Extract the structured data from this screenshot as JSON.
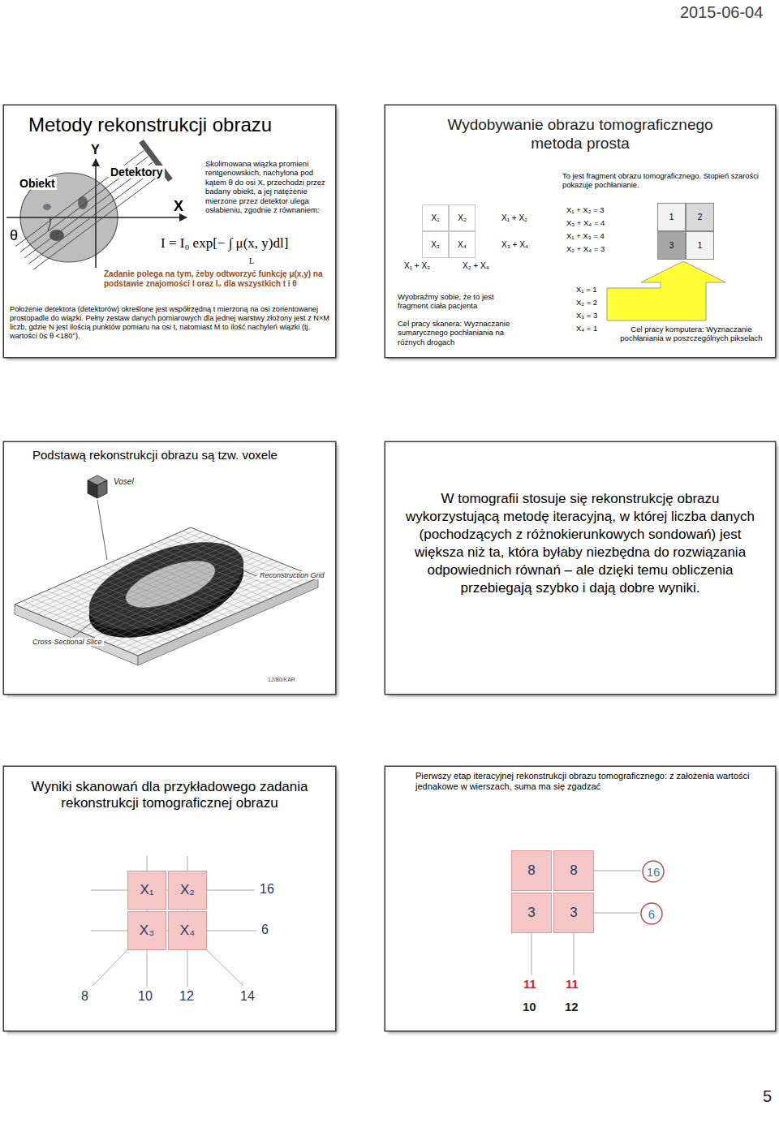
{
  "diagram": {
    "nodes": [
      {
        "text": [
          "Metody rekonstrukcji obrazu",
          "Skolimowana wiązka promieni rentgenowskich, nachylona pod kątem θ do osi X, przechodzi przez badany obiekt, a jej natężenie mierzone przez detektor ulega osłabieniu, zgodnie z równaniem:",
          "Zadanie polega na tym, żeby odtworzyć funkcję μ(x,y) na podstawie znajomości I oraz I₀ dla wszystkich t i θ",
          "Położenie detektora (detektorów) określone jest współrzędną t mierzoną na osi zorientowanej prostopadle do wiązki. Pełny zestaw danych pomiarowych dla jednej warstwy złożony jest z N×M liczb, gdzie N jest ilością punktów pomiaru na osi t, natomiast M to ilość nachyleń wiązki (tj. wartości 0≤ θ <180°)."
        ]
      },
      {
        "text": [
          "Wydobywanie obrazu tomograficznego metoda prosta",
          "Wyobraźmy sobie, że to jest fragment ciała pacjenta",
          "Cel pracy skanera: Wyznaczanie sumarycznego pochłaniania na różnych drogach",
          "To jest fragment obrazu tomograficznego. Stopień szarości pokazuje pochłanianie.",
          "Cel pracy komputera: Wyznaczanie pochłaniania w poszczególnych pikselach"
        ]
      },
      {
        "text": [
          "X₁"
        ],
        "in": 1
      },
      {
        "text": [
          "X₂"
        ],
        "in": 1
      },
      {
        "text": [
          "X₃"
        ],
        "in": 1
      },
      {
        "text": [
          "X₄"
        ],
        "in": 1
      },
      {
        "text": [
          "1"
        ],
        "in": 1
      },
      {
        "text": [
          "2"
        ],
        "in": 1
      },
      {
        "text": [
          "3"
        ],
        "in": 1
      },
      {
        "text": [
          "1"
        ],
        "in": 1
      },
      {
        "text": [
          "Podstawą rekonstrukcji obrazu są tzw. voxele"
        ]
      },
      {
        "text": [
          "W tomografii stosuje się rekonstrukcję obrazu wykorzystującą metodę iteracyjną, w której liczba danych (pochodzących z różnokierunkowych sondowań) jest większa niż ta, która byłaby niezbędna do rozwiązania odpowiednich równań – ale dzięki temu obliczenia przebiegają szybko i dają dobre wyniki."
        ]
      },
      {
        "text": [
          "Wyniki skanowań dla przykładowego zadania rekonstrukcji tomograficznej obrazu"
        ]
      },
      {
        "text": [
          "X₁"
        ],
        "in": 12
      },
      {
        "text": [
          "X₂"
        ],
        "in": 12
      },
      {
        "text": [
          "X₃"
        ],
        "in": 12
      },
      {
        "text": [
          "X₄"
        ],
        "in": 12
      },
      {
        "text": [
          "Pierwszy etap iteracyjnej rekonstrukcji obrazu tomograficznego: z założenia wartości jednakowe w wierszach, suma ma się zgadzać"
        ]
      },
      {
        "text": [
          "8"
        ],
        "in": 17
      },
      {
        "text": [
          "8"
        ],
        "in": 17
      },
      {
        "text": [
          "3"
        ],
        "in": 17
      },
      {
        "text": [
          "3"
        ],
        "in": 17
      },
      {
        "text": [
          "16"
        ],
        "in": 17
      },
      {
        "text": [
          "6"
        ],
        "in": 17
      }
    ],
    "labels": [
      "2015-06-04",
      "Y",
      "Obiekt",
      "Detektory",
      "X",
      "θ",
      "I = I₀ exp[− ∫ μ(x, y)dl]",
      "L",
      "X₁ + X₂",
      "X₃ + X₄",
      "X₁ + X₃",
      "X₂ + X₄",
      "X₁ + X₂ = 3",
      "X₃ + X₄ = 4",
      "X₁ + X₃ = 4",
      "X₂ + X₄ = 3",
      "X₁ = 1",
      "X₂ = 2",
      "X₃ = 3",
      "X₄ = 1",
      "Vosel",
      "Reconstruction Grid",
      "Cross-Sectional Slice",
      "12/80/KAR",
      "16",
      "6",
      "8",
      "10",
      "12",
      "14",
      "11",
      "11",
      "10",
      "12",
      "5"
    ]
  }
}
